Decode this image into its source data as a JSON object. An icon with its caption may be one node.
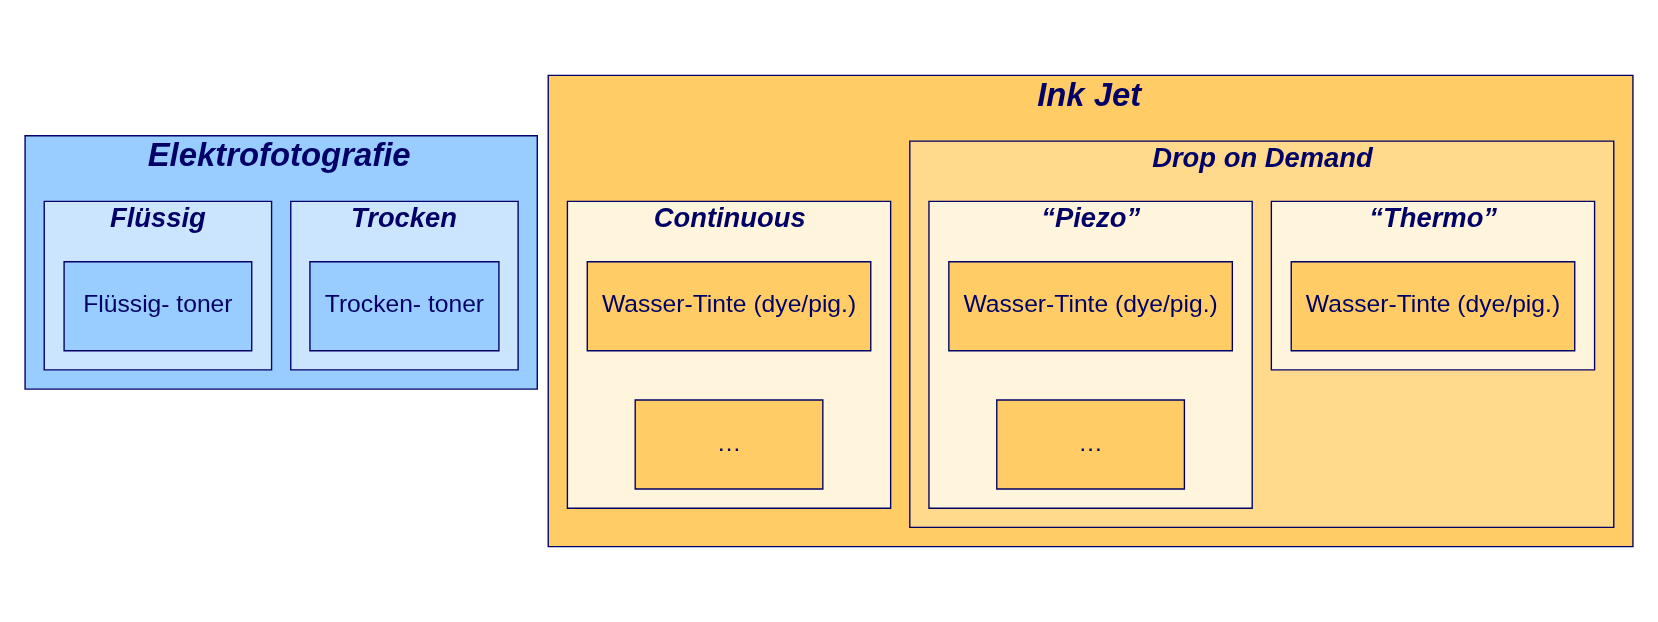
{
  "diagram": {
    "nodes": [
      {
        "text": [
          "Elektrofotografie"
        ]
      },
      {
        "text": [
          "Trocken"
        ],
        "in": 0
      },
      {
        "text": [
          "Trocken- toner"
        ],
        "in": 1
      },
      {
        "text": [
          "Flüssig"
        ],
        "in": 0
      },
      {
        "text": [
          "Flüssig- toner"
        ],
        "in": 3
      },
      {
        "text": [
          "Ink Jet"
        ]
      },
      {
        "text": [
          "Drop on Demand"
        ],
        "in": 5
      },
      {
        "text": [
          "“Thermo”"
        ],
        "in": 6
      },
      {
        "text": [
          "Wasser-Tinte (dye/pig.)"
        ],
        "in": 7
      },
      {
        "text": [
          "“Piezo”"
        ],
        "in": 6
      },
      {
        "text": [
          "Wasser-Tinte (dye/pig.)"
        ],
        "in": 9
      },
      {
        "text": [
          "…"
        ],
        "in": 9
      },
      {
        "text": [
          "Continuous"
        ],
        "in": 5
      },
      {
        "text": [
          "Wasser-Tinte (dye/pig.)"
        ],
        "in": 12
      },
      {
        "text": [
          "…"
        ],
        "in": 12
      }
    ],
    "edges": []
  }
}
